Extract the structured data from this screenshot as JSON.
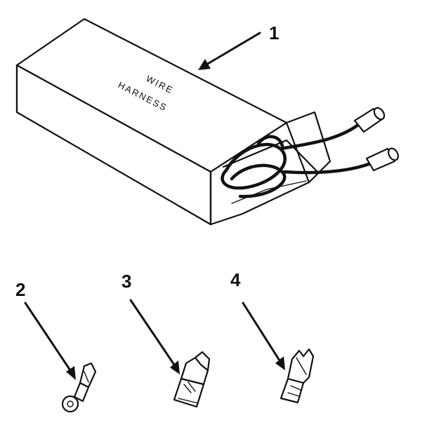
{
  "box_label": {
    "line1": "WIRE",
    "line2": "HARNESS"
  },
  "callouts": [
    {
      "number": "1",
      "part": "wire-harness-box"
    },
    {
      "number": "2",
      "part": "ring-terminal"
    },
    {
      "number": "3",
      "part": "flag-terminal"
    },
    {
      "number": "4",
      "part": "quick-disconnect-terminal"
    }
  ]
}
